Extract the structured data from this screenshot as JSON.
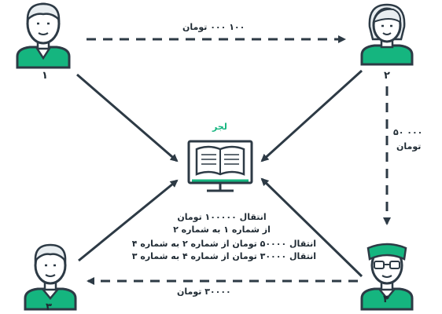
{
  "people": [
    {
      "id": "1",
      "label": "۱"
    },
    {
      "id": "2",
      "label": "۲"
    },
    {
      "id": "3",
      "label": "۳"
    },
    {
      "id": "4",
      "label": "۴"
    }
  ],
  "ledger": {
    "label": "لجر"
  },
  "transfers": [
    {
      "from": "1",
      "to": "2",
      "label": "۱۰۰ ۰۰۰ تومان"
    },
    {
      "from": "2",
      "to": "4",
      "amount_line": "۵۰ ۰۰۰",
      "unit_line": "تومان"
    },
    {
      "from": "4",
      "to": "3",
      "label": "۳۰۰۰۰ تومان"
    }
  ],
  "summary": {
    "line1": "انتقال ۱۰۰۰۰۰ تومان",
    "line2": "از شماره ۱ به شماره ۲",
    "line3": "انتقال ۵۰۰۰۰ تومان از شماره ۲ به شماره ۴",
    "line4": "انتقال ۳۰۰۰۰ تومان از شماره ۴ به شماره ۳"
  },
  "colors": {
    "accent": "#15b57f",
    "ink": "#2d3a45",
    "skin": "#ffffff"
  }
}
